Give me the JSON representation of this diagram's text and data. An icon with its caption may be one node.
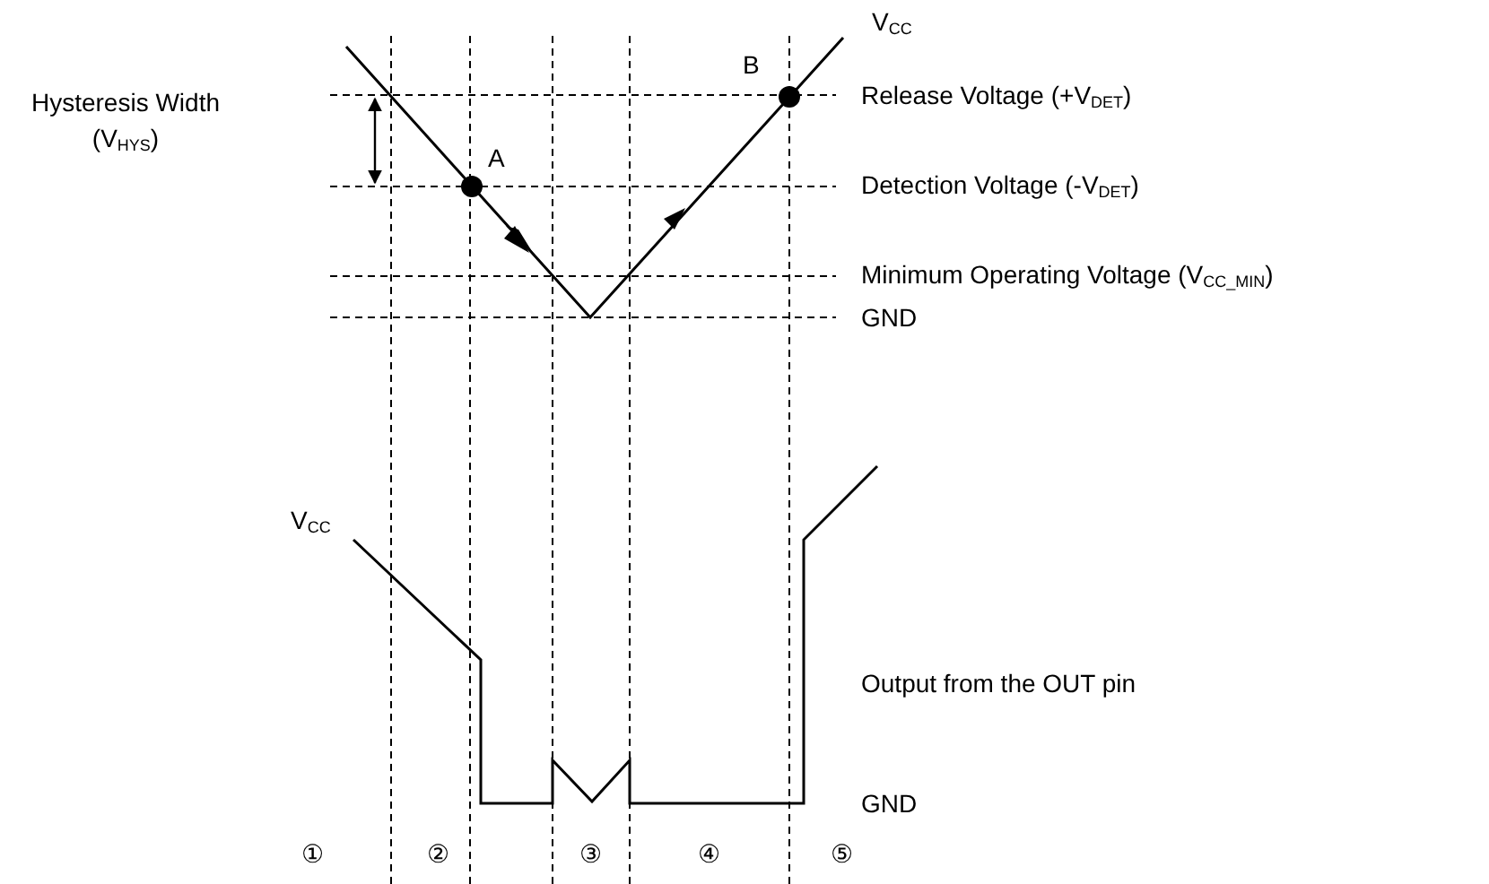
{
  "diagram": {
    "labels": [
      "V$_{CC}$",
      "B",
      "Hysteresis Width (V$_{HYS}$)",
      "Release Voltage (+V$_{DET}$)",
      "A",
      "Detection Voltage (-V$_{DET}$)",
      "Minimum Operating Voltage (V$_{CC_MIN}$)",
      "GND",
      "V$_{CC}$",
      "Output from the OUT pin",
      "GND",
      "①",
      "②",
      "③",
      "④",
      "⑤"
    ]
  }
}
